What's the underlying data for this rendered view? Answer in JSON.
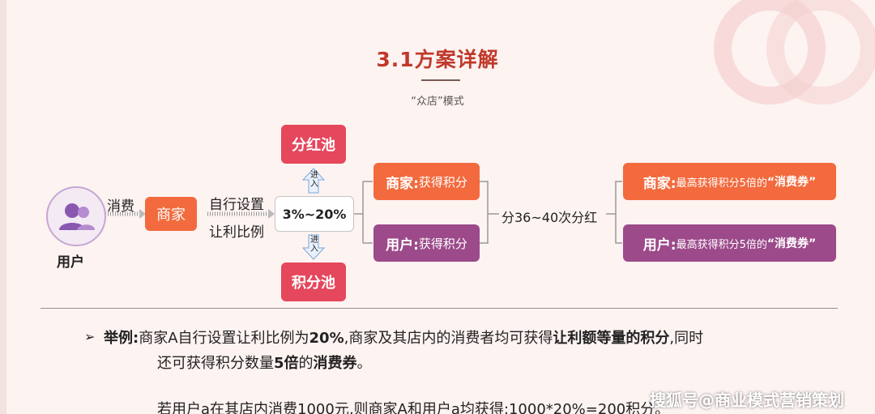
{
  "title": "3.1方案详解",
  "subtitle": "“众店”模式",
  "user": {
    "label": "用户",
    "icon": "user-group-icon"
  },
  "arrow_consume": "消费",
  "merchant": "商家",
  "ratio_label_1": "自行设置",
  "ratio_label_2": "让利比例",
  "percent_range": "3%~20%",
  "pools": {
    "dividend": "分红池",
    "points": "积分池"
  },
  "enter_label": "进入",
  "gain": {
    "merchant_prefix": "商家:",
    "merchant_suffix": "获得积分",
    "user_prefix": "用户:",
    "user_suffix": "获得积分"
  },
  "dividend_rounds": "分36~40次分红",
  "result": {
    "merchant_prefix": "商家:",
    "user_prefix": "用户:",
    "middle": "最高获得积分5倍的",
    "voucher": "“消费券”"
  },
  "example": {
    "bullet": "➢",
    "label": "举例:",
    "line1_a": "商家A自行设置让利比例为",
    "line1_b": "20%",
    "line1_c": ",商家及其店内的消费者均可获得",
    "line1_d": "让利额等量的积分",
    "line1_e": ",同时",
    "line2_a": "还可获得积分数量",
    "line2_b": "5倍",
    "line2_c": "的",
    "line2_d": "消费券",
    "line2_e": "。",
    "line3": "若用户a在其店内消费1000元,则商家A和用户a均获得:1000*20%=200积分。"
  },
  "watermark": "搜狐号@商业模式营销策划",
  "colors": {
    "orange": "#f26a3d",
    "purple": "#9c4a8a",
    "red": "#e5475c",
    "title": "#c0392b"
  }
}
